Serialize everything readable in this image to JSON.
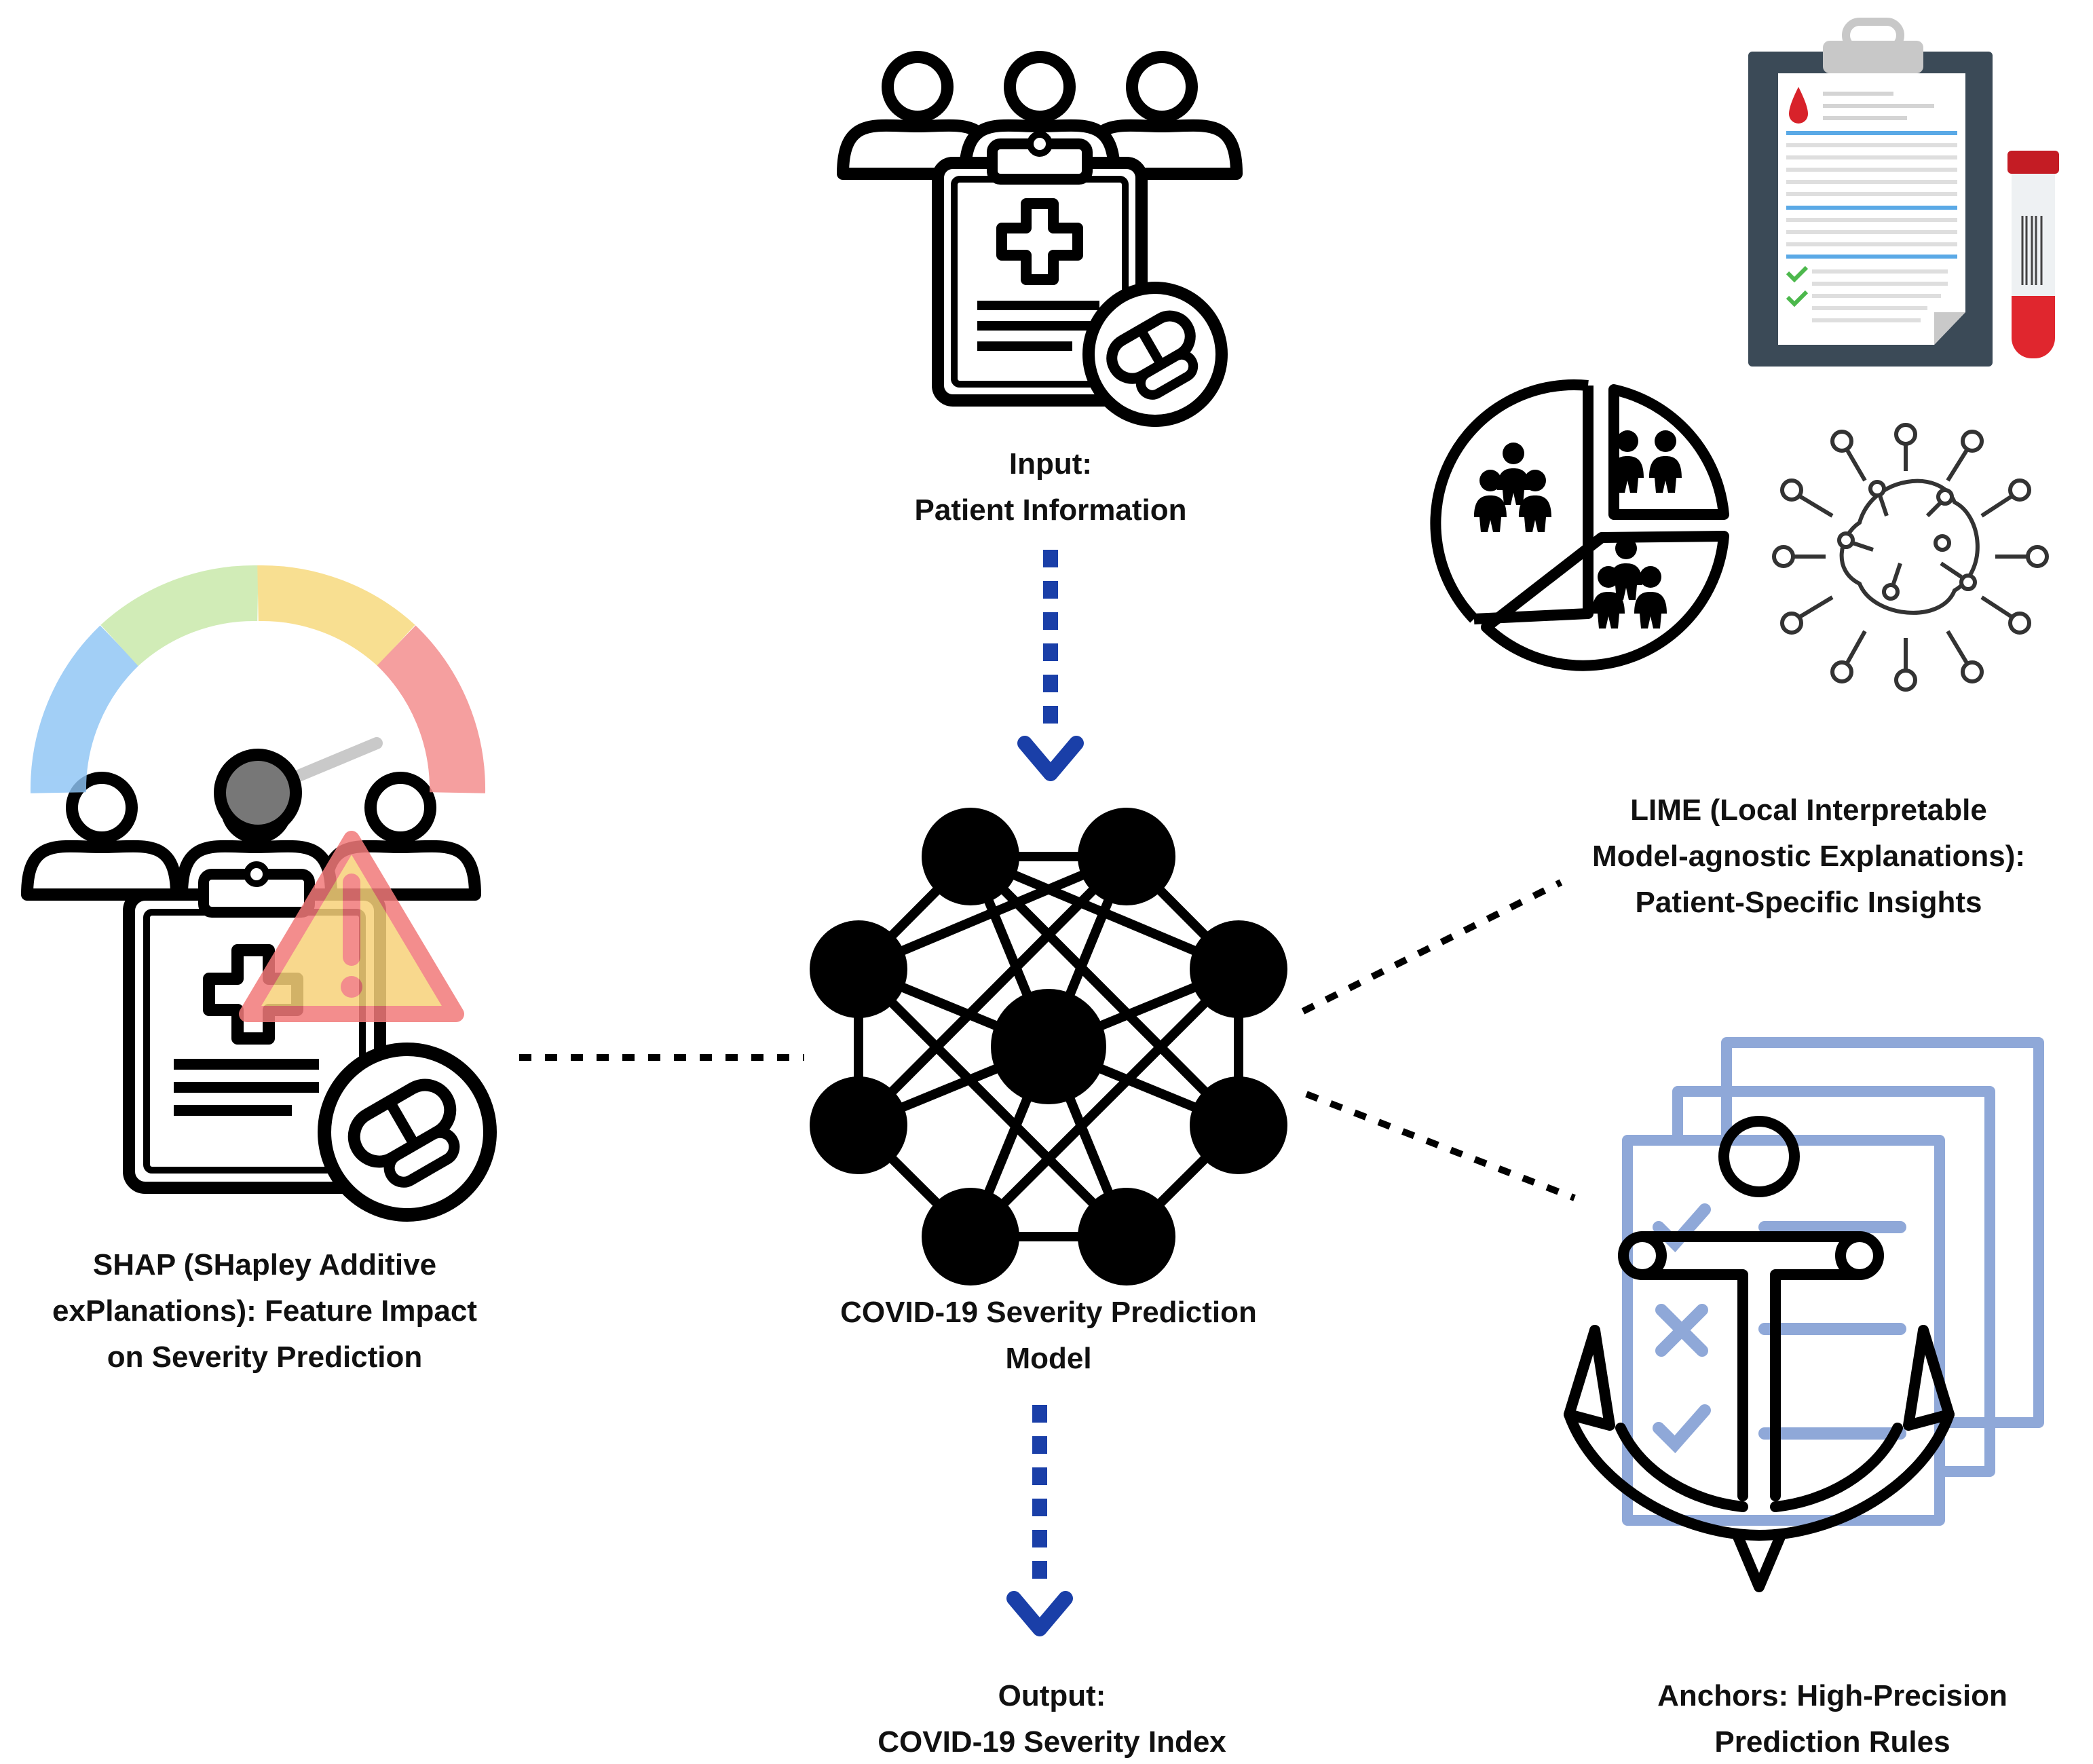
{
  "labels": {
    "input": {
      "line1": "Input:",
      "line2": "Patient Information"
    },
    "model": {
      "line1": "COVID-19 Severity Prediction",
      "line2": "Model"
    },
    "output": {
      "line1": "Output:",
      "line2": "COVID-19 Severity Index"
    },
    "shap": {
      "line1": "SHAP (SHapley Additive",
      "line2": "exPlanations): Feature Impact",
      "line3": "on Severity Prediction"
    },
    "lime": {
      "line1": "LIME (Local Interpretable",
      "line2": "Model-agnostic Explanations):",
      "line3": "Patient-Specific Insights"
    },
    "anchors": {
      "line1": "Anchors: High-Precision",
      "line2": "Prediction Rules"
    }
  },
  "colors": {
    "flow_arrow": "#1a3fa8",
    "icon_stroke": "#000000",
    "gauge_blue": "#8ec5f5",
    "gauge_green": "#c8e9a8",
    "gauge_yellow": "#f7d97a",
    "gauge_red": "#f38a8a",
    "warning_fill": "#f7d27a",
    "warning_stroke": "#f27a7a",
    "anchor_docs": "#8fa8d8",
    "blood": "#d8222a"
  },
  "icons": {
    "input": "patients-clipboard-icon",
    "model": "neural-network-icon",
    "shap": "gauge-warning-clipboard-icon",
    "lime_report": "medical-report-icon",
    "lime_tube": "blood-test-tube-icon",
    "lime_pie": "population-pie-chart-icon",
    "lime_virus": "coronavirus-icon",
    "anchors": "anchor-documents-icon"
  }
}
